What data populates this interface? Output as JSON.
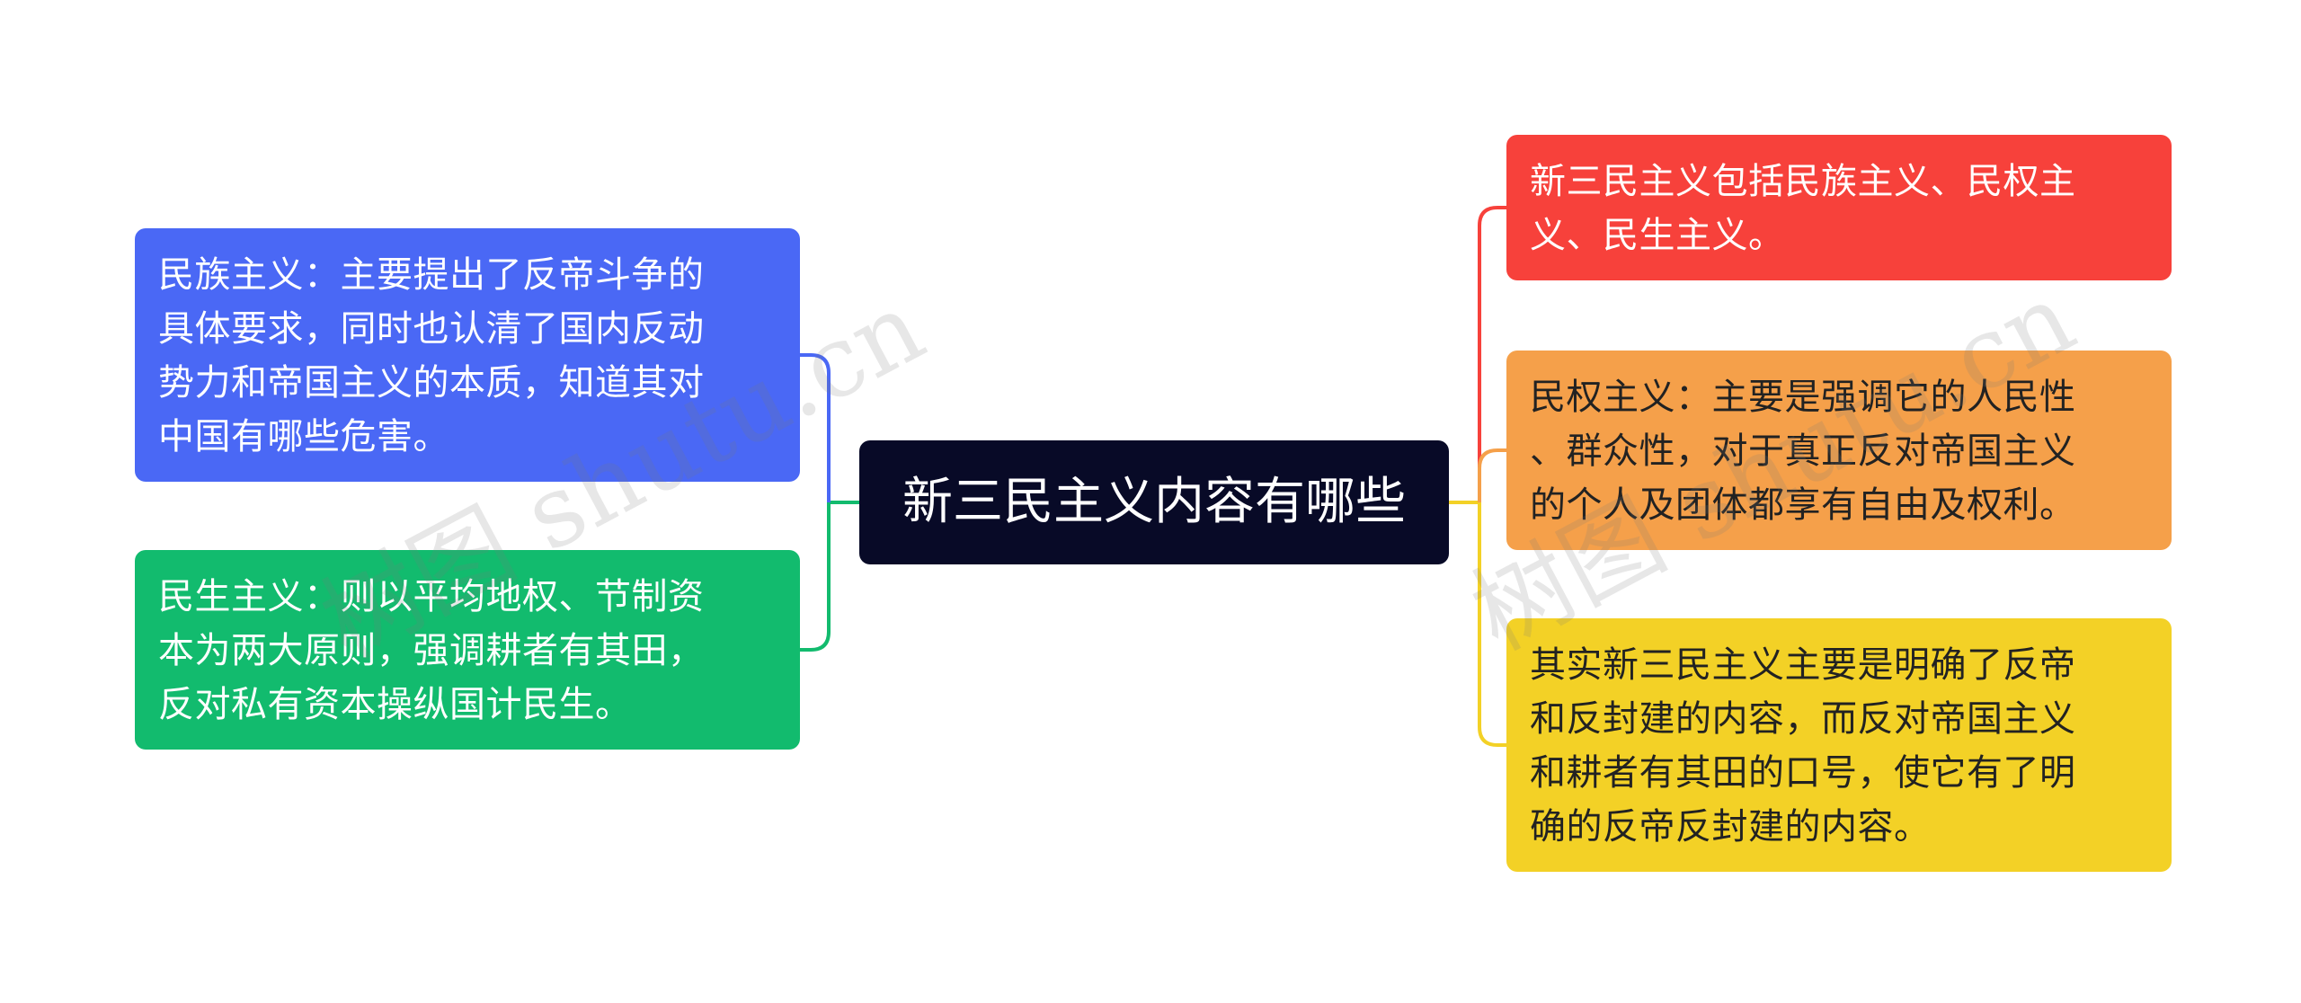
{
  "center": {
    "label": "新三民主义内容有哪些"
  },
  "left": [
    {
      "id": "nationalism",
      "lines": [
        "民族主义：主要提出了反帝斗争的",
        "具体要求，同时也认清了国内反动",
        "势力和帝国主义的本质，知道其对",
        "中国有哪些危害。"
      ],
      "color": "#4a68f5",
      "line_color": "#4a68f5"
    },
    {
      "id": "livelihood",
      "lines": [
        "民生主义：则以平均地权、节制资",
        "本为两大原则，强调耕者有其田，",
        "反对私有资本操纵国计民生。"
      ],
      "color": "#12bb6e",
      "line_color": "#12bb6e"
    }
  ],
  "right": [
    {
      "id": "includes",
      "lines": [
        "新三民主义包括民族主义、民权主",
        "义、民生主义。"
      ],
      "color": "#f7413b",
      "line_color": "#f7413b"
    },
    {
      "id": "democracy",
      "lines": [
        "民权主义：主要是强调它的人民性",
        "、群众性，对于真正反对帝国主义",
        "的个人及团体都享有自由及权利。"
      ],
      "color": "#f5a04a",
      "line_color": "#f5a04a"
    },
    {
      "id": "summary",
      "lines": [
        "其实新三民主义主要是明确了反帝",
        "和反封建的内容，而反对帝国主义",
        "和耕者有其田的口号，使它有了明",
        "确的反帝反封建的内容。"
      ],
      "color": "#f3d126",
      "line_color": "#f3d126"
    }
  ],
  "trunk_colors": {
    "left": "#12bb6e",
    "right": "#f3d126"
  },
  "watermark": [
    "树图 shutu.cn",
    "树图 shutu.cn"
  ]
}
